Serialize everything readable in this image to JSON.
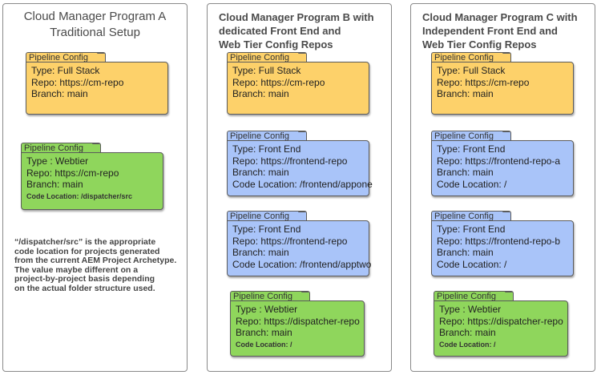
{
  "panel_a": {
    "title": "Cloud Manager Program A\nTraditional Setup",
    "fullstack": {
      "tab": "Pipeline Config",
      "type": "Type: Full Stack",
      "repo": "Repo: https://cm-repo",
      "branch": "Branch: main"
    },
    "webtier": {
      "tab": "Pipeline Config",
      "type": "Type : Webtier",
      "repo": "Repo: https://cm-repo",
      "branch": "Branch: main",
      "code": "Code Location: /dispatcher/src"
    },
    "note": "“/dispatcher/src” is the appropriate\ncode location for projects generated\nfrom the current AEM Project Archetype.\nThe value maybe different on a\nproject-by-project basis depending\non the actual folder structure used."
  },
  "panel_b": {
    "title": "Cloud Manager Program B with\ndedicated Front End and\nWeb Tier Config Repos",
    "fullstack": {
      "tab": "Pipeline Config",
      "type": "Type: Full Stack",
      "repo": "Repo: https://cm-repo",
      "branch": "Branch: main"
    },
    "frontend1": {
      "tab": "Pipeline Config",
      "type": "Type: Front End",
      "repo": "Repo: https://frontend-repo",
      "branch": "Branch: main",
      "code": "Code Location: /frontend/appone"
    },
    "frontend2": {
      "tab": "Pipeline Config",
      "type": "Type: Front End",
      "repo": "Repo: https://frontend-repo",
      "branch": "Branch: main",
      "code": "Code Location: /frontend/apptwo"
    },
    "webtier": {
      "tab": "Pipeline Config",
      "type": "Type : Webtier",
      "repo": "Repo: https://dispatcher-repo",
      "branch": "Branch: main",
      "code": "Code Location: /"
    }
  },
  "panel_c": {
    "title": "Cloud Manager Program C with\nIndependent Front End and\nWeb Tier Config Repos",
    "fullstack": {
      "tab": "Pipeline Config",
      "type": "Type: Full Stack",
      "repo": "Repo: https://cm-repo",
      "branch": "Branch: main"
    },
    "frontend1": {
      "tab": "Pipeline Config",
      "type": "Type: Front End",
      "repo": "Repo: https://frontend-repo-a",
      "branch": "Branch: main",
      "code": "Code Location: /"
    },
    "frontend2": {
      "tab": "Pipeline Config",
      "type": "Type: Front End",
      "repo": "Repo: https://frontend-repo-b",
      "branch": "Branch: main",
      "code": "Code Location: /"
    },
    "webtier": {
      "tab": "Pipeline Config",
      "type": "Type : Webtier",
      "repo": "Repo: https://dispatcher-repo",
      "branch": "Branch: main",
      "code": "Code Location: /"
    }
  },
  "colors": {
    "fullstack": "#fdd16a",
    "frontend": "#a9c4f9",
    "webtier": "#8fd65c"
  }
}
